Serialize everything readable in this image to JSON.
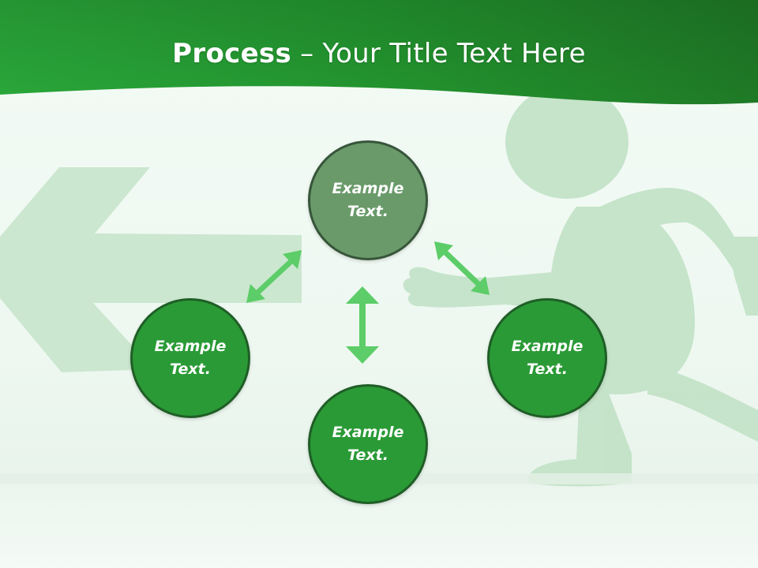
{
  "slide": {
    "title_bold": "Process",
    "title_rest": " – Your Title Text Here"
  },
  "nodes": {
    "top": "Example Text.",
    "left": "Example Text.",
    "right": "Example Text.",
    "bottom": "Example Text."
  },
  "colors": {
    "header_green": "#2aa83a",
    "header_dark": "#1f7a26",
    "node_green": "#2a9a36",
    "node_top_gray_green": "#6a9a6a",
    "arrow_green": "#5ccd68",
    "watermark_green": "#c3e3c8"
  }
}
